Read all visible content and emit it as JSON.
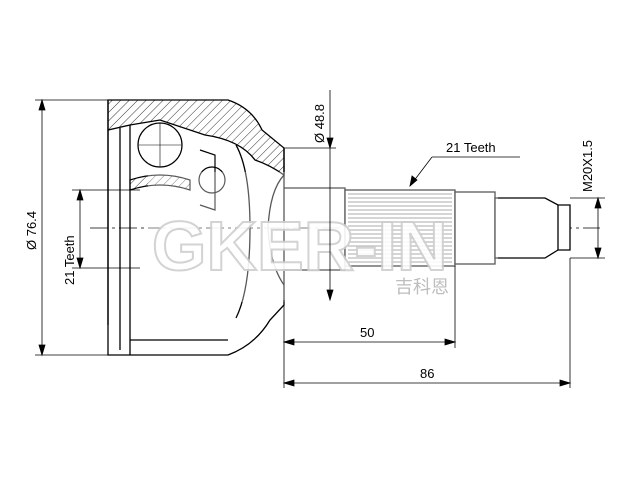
{
  "drawing": {
    "dimensions": {
      "outer_diameter": "Ø 76.4",
      "inner_teeth": "21 Teeth",
      "seal_diameter": "Ø 48.8",
      "outer_teeth": "21 Teeth",
      "thread": "M20X1.5",
      "length_50": "50",
      "length_86": "86"
    },
    "watermark": {
      "brand": "GKER-IN",
      "chinese": "吉科恩"
    }
  }
}
